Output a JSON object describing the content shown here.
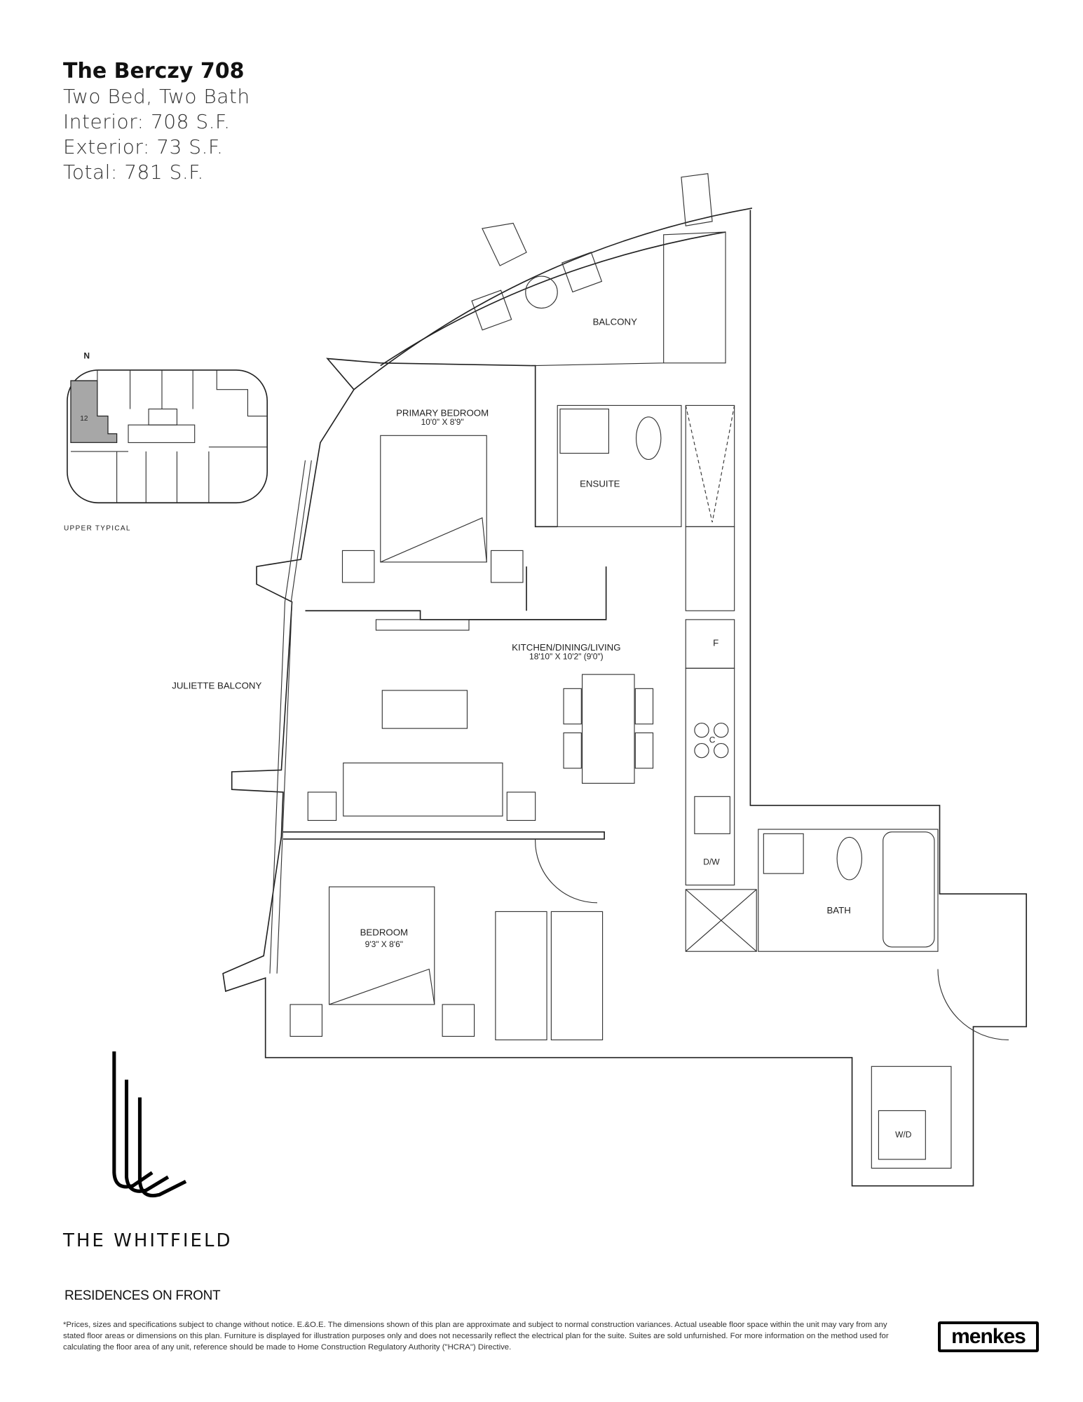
{
  "header": {
    "title": "The Berczy 708",
    "type": "Two Bed, Two Bath",
    "interior": "Interior: 708 S.F.",
    "exterior": "Exterior: 73 S.F.",
    "total": "Total: 781 S.F."
  },
  "key_plan": {
    "north": "N",
    "unit_number": "12",
    "caption": "UPPER TYPICAL"
  },
  "rooms": {
    "balcony": "BALCONY",
    "primary_bedroom": "PRIMARY BEDROOM",
    "primary_bedroom_dim": "10'0\" X 8'9\"",
    "ensuite": "ENSUITE",
    "kitchen": "KITCHEN/DINING/LIVING",
    "kitchen_dim": "18'10\" X 10'2\" (9'0\")",
    "fridge": "F",
    "cooktop": "C",
    "juliette": "JULIETTE BALCONY",
    "bedroom": "BEDROOM",
    "bedroom_dim": "9'3\" X 8'6\"",
    "bath": "BATH",
    "dishwasher": "D/W",
    "washer_dryer": "W/D"
  },
  "brand": {
    "name": "THE WHITFIELD",
    "tagline": "RESIDENCES ON FRONT",
    "developer": "menkes"
  },
  "disclaimer": "*Prices, sizes and specifications subject to change without notice. E.&O.E. The dimensions shown of this plan are approximate and subject to normal construction variances. Actual useable floor space within the unit may vary from any stated floor areas or dimensions on this plan. Furniture is displayed for illustration purposes only and does not necessarily reflect the electrical plan for the suite. Suites are sold unfurnished. For more information on the method used for calculating the floor area of any unit, reference should be made to Home Construction Regulatory Authority (\"HCRA\") Directive."
}
